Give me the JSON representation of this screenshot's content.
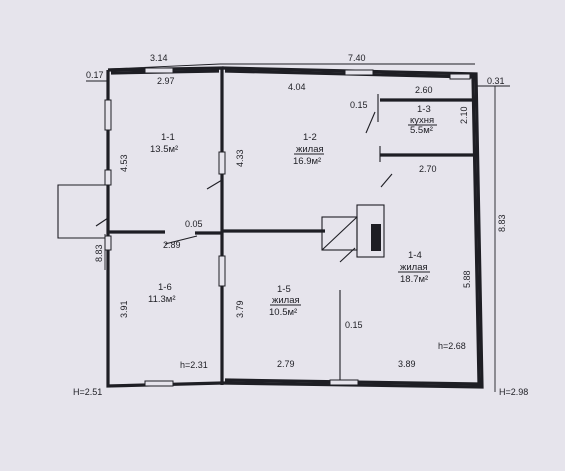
{
  "dimensions": {
    "top_left": "3.14",
    "top_right": "7.40",
    "corner_left": "0.17",
    "corner_right": "0.31",
    "inner_top_left": "2.97",
    "inner_top_mid": "4.04",
    "inner_top_right": "2.60",
    "wall_1_1": "4.53",
    "wall_1_2": "4.33",
    "kitchen_side": "2.10",
    "partition_top": "0.15",
    "kitchen_bottom": "2.70",
    "door_gap": "0.05",
    "partition_mid": "2.89",
    "left_total": "8.83",
    "right_total": "8.83",
    "wall_1_6": "3.91",
    "wall_1_5": "3.79",
    "room_1_4_side": "5.88",
    "partition_bottom": "0.15",
    "bottom_mid": "2.79",
    "bottom_right": "3.89"
  },
  "rooms": [
    {
      "id": "1-1",
      "type": "",
      "area": "13.5м²"
    },
    {
      "id": "1-2",
      "type": "жилая",
      "area": "16.9м²"
    },
    {
      "id": "1-3",
      "type": "кухня",
      "area": "5.5м²"
    },
    {
      "id": "1-4",
      "type": "жилая",
      "area": "18.7м²"
    },
    {
      "id": "1-5",
      "type": "жилая",
      "area": "10.5м²"
    },
    {
      "id": "1-6",
      "type": "",
      "area": "11.3м²"
    }
  ],
  "heights": {
    "h_left": "h=2.31",
    "h_right": "h=2.68",
    "H_left": "H=2.51",
    "H_right": "H=2.98"
  }
}
